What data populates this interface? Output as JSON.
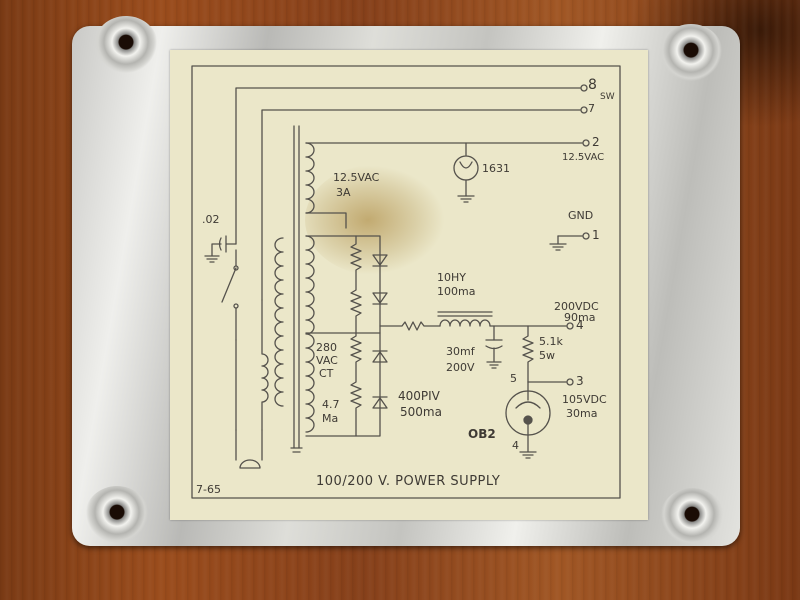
{
  "diagram": {
    "title": "100/200 V. POWER SUPPLY",
    "date": "7-65",
    "labels": {
      "terminal_8": "8",
      "terminal_8_sub": "SW",
      "terminal_7": "7",
      "terminal_2": "2",
      "terminal_2_volt": "12.5VAC",
      "lamp": "1631",
      "fil_winding": "12.5VAC",
      "fil_current": "3A",
      "cap_02": ".02",
      "gnd": "GND",
      "terminal_1": "1",
      "choke": "10HY",
      "choke_current": "100ma",
      "out_200_volt": "200VDC",
      "out_200_current": "90ma",
      "terminal_4": "4",
      "filter_cap": "30mf",
      "filter_cap_volt": "200V",
      "res_51k": "5.1k",
      "res_51k_watt": "5w",
      "hv_winding": "280",
      "hv_winding_2": "VAC",
      "hv_winding_ct": "CT",
      "diodes": "400PIV",
      "diodes_current": "500ma",
      "res_47": "4.7",
      "res_47_unit": "Ma",
      "tube_pin5": "5",
      "terminal_3": "3",
      "out_105_volt": "105VDC",
      "out_105_current": "30ma",
      "tube": "OB2",
      "tube_pin4": "4"
    }
  }
}
